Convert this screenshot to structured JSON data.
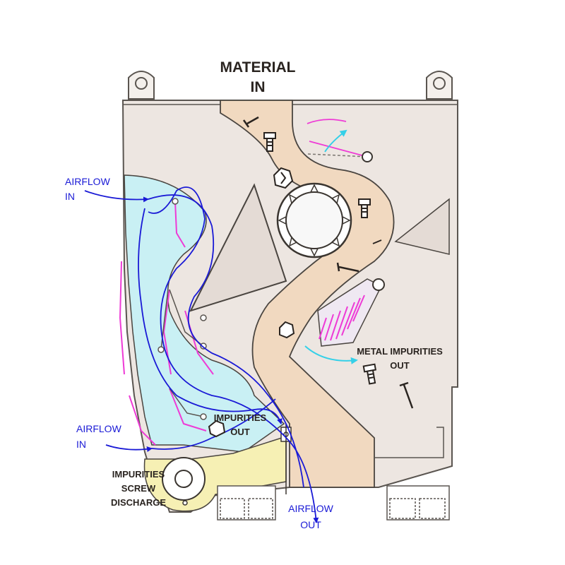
{
  "labels": {
    "material_in_line1": "MATERIAL",
    "material_in_line2": "IN",
    "airflow_in_top_line1": "AIRFLOW",
    "airflow_in_top_line2": "IN",
    "airflow_in_bottom_line1": "AIRFLOW",
    "airflow_in_bottom_line2": "IN",
    "airflow_out_line1": "AIRFLOW",
    "airflow_out_line2": "OUT",
    "metal_impurities_line1": "METAL IMPURITIES",
    "metal_impurities_line2": "OUT",
    "impurities_out_line1": "IMPURITIES",
    "impurities_out_line2": "OUT",
    "screw_discharge_line1": "IMPURITIES",
    "screw_discharge_line2": "SCREW",
    "screw_discharge_line3": "DISCHARGE"
  },
  "colors": {
    "housing_fill": "#ede6e1",
    "housing_stroke": "#5a5550",
    "material_path": "#f1d9c0",
    "air_chamber": "#c9f0f4",
    "screw_trough": "#f6f0b4",
    "airflow_line": "#1a1ad6",
    "magnet_pink": "#ee3bd6",
    "cyan_arrow": "#35d0e8",
    "label_dark": "#2a2420",
    "label_blue": "#1a1ad6"
  },
  "icons": [
    "bolt-icon",
    "nail-icon",
    "stone-icon",
    "rotor-drum",
    "screw-conveyor",
    "lifting-lug"
  ]
}
